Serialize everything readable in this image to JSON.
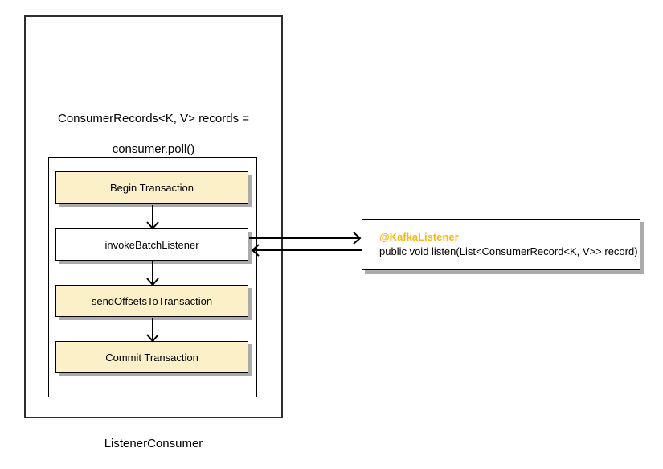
{
  "diagram": {
    "outer_label": "ListenerConsumer",
    "poll_statement": {
      "line1": "ConsumerRecords<K, V> records =",
      "line2": "consumer.poll()"
    },
    "flow_steps": [
      {
        "label": "Begin Transaction",
        "fill": "#FCF0C8"
      },
      {
        "label": "invokeBatchListener",
        "fill": "#FFFFFF"
      },
      {
        "label": "sendOffsetsToTransaction",
        "fill": "#FCF0C8"
      },
      {
        "label": "Commit Transaction",
        "fill": "#FCF0C8"
      }
    ],
    "listener_box": {
      "annotation": "@KafkaListener",
      "annotation_color": "#F9B813",
      "signature": "public void listen(List<ConsumerRecord<K, V>> record)"
    },
    "colors": {
      "box_border": "#000000",
      "container_border": "#2D2D2D",
      "shadow": "#AAAAAA",
      "arrow": "#000000"
    }
  }
}
